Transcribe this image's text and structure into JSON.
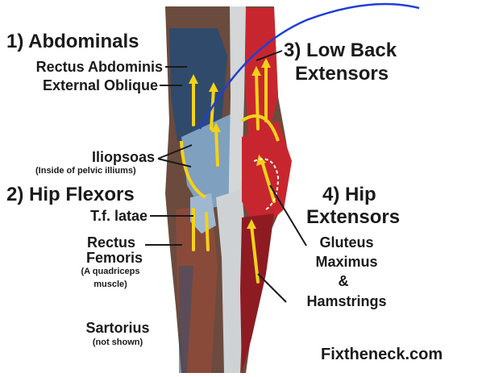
{
  "labels": {
    "abdominals": "1) Abdominals",
    "rectus_abdominis": "Rectus Abdominis",
    "external_oblique": "External Oblique",
    "low_back_1": "3) Low Back",
    "low_back_2": "Extensors",
    "iliopsoas": "Iliopsoas",
    "iliopsoas_note": "(Inside of pelvic illiums)",
    "hip_flexors": "2) Hip Flexors",
    "tf_latae": "T.f. latae",
    "rectus": "Rectus",
    "femoris": "Femoris",
    "quad_1": "(A quadriceps",
    "quad_2": "muscle)",
    "hip_ext_1": "4) Hip",
    "hip_ext_2": "Extensors",
    "gluteus": "Gluteus",
    "maximus": "Maximus",
    "amp": "&",
    "hamstrings": "Hamstrings",
    "sartorius": "Sartorius",
    "not_shown": "(not shown)",
    "brand": "Fixtheneck.com"
  },
  "colors": {
    "abdominal_blue": "#2f4a6b",
    "iliopsoas_blue": "#7fa0bf",
    "back_red": "#c8262e",
    "dark_red": "#8e1b22",
    "thigh_brown": "#8a4a3a",
    "bone_gray": "#d4d6d8",
    "arrow_yellow": "#f2d21a",
    "annotation_blue": "#1f3fd6"
  }
}
